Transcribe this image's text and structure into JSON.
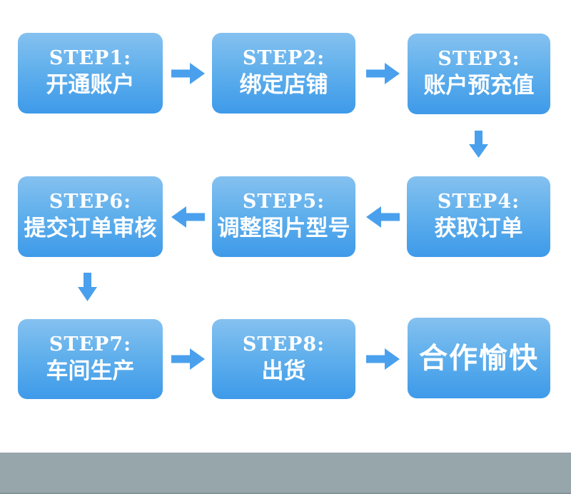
{
  "flowchart": {
    "steps": [
      {
        "label": "STEP1:",
        "title": "开通账户"
      },
      {
        "label": "STEP2:",
        "title": "绑定店铺"
      },
      {
        "label": "STEP3:",
        "title": "账户预充值"
      },
      {
        "label": "STEP4:",
        "title": "获取订单"
      },
      {
        "label": "STEP5:",
        "title": "调整图片型号"
      },
      {
        "label": "STEP6:",
        "title": "提交订单审核"
      },
      {
        "label": "STEP7:",
        "title": "车间生产"
      },
      {
        "label": "STEP8:",
        "title": "出货"
      }
    ],
    "final_label": "合作愉快",
    "arrows": [
      {
        "from": "STEP1",
        "to": "STEP2",
        "direction": "right"
      },
      {
        "from": "STEP2",
        "to": "STEP3",
        "direction": "right"
      },
      {
        "from": "STEP3",
        "to": "STEP4",
        "direction": "down"
      },
      {
        "from": "STEP4",
        "to": "STEP5",
        "direction": "left"
      },
      {
        "from": "STEP5",
        "to": "STEP6",
        "direction": "left"
      },
      {
        "from": "STEP6",
        "to": "STEP7",
        "direction": "down"
      },
      {
        "from": "STEP7",
        "to": "STEP8",
        "direction": "right"
      },
      {
        "from": "STEP8",
        "to": "合作愉快",
        "direction": "right"
      }
    ],
    "colors": {
      "box_gradient_top": "#85c1f0",
      "box_gradient_bottom": "#3e9ae9",
      "arrow_blue": "#4aa0ed",
      "text_white": "#ffffff",
      "footer_gray": "#97a6ab"
    }
  }
}
